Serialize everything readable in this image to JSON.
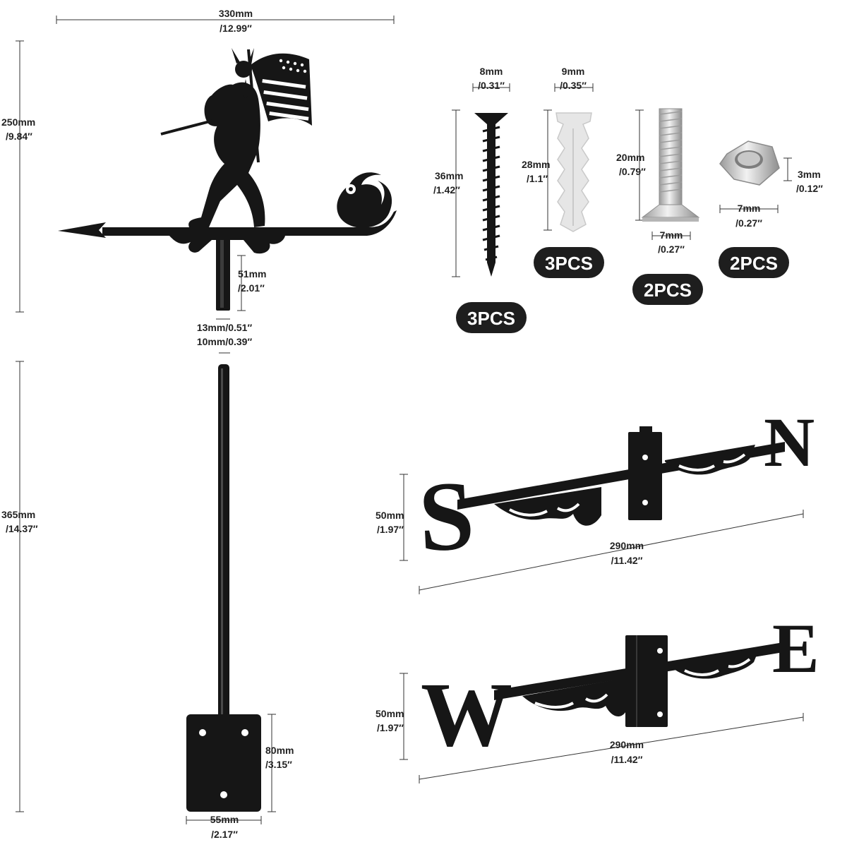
{
  "weathervane": {
    "width": "330mm",
    "width_in": "/12.99″",
    "height": "250mm",
    "height_in": "/9.84″",
    "stub_length": "51mm",
    "stub_length_in": "/2.01″",
    "tube_dims": "13mm/0.51″",
    "rod_dims": "10mm/0.39″"
  },
  "pole": {
    "length": "365mm",
    "length_in": "/14.37″",
    "plate_height": "80mm",
    "plate_height_in": "/3.15″",
    "plate_width": "55mm",
    "plate_width_in": "/2.17″"
  },
  "hardware": {
    "screw": {
      "width": "8mm",
      "width_in": "/0.31″",
      "length": "36mm",
      "length_in": "/1.42″",
      "qty": "3PCS"
    },
    "anchor": {
      "width": "9mm",
      "width_in": "/0.35″",
      "length": "28mm",
      "length_in": "/1.1″",
      "qty": "3PCS"
    },
    "bolt": {
      "length": "20mm",
      "length_in": "/0.79″",
      "width": "7mm",
      "width_in": "/0.27″",
      "qty": "2PCS"
    },
    "nut": {
      "thickness": "3mm",
      "thickness_in": "/0.12″",
      "width": "7mm",
      "width_in": "/0.27″",
      "qty": "2PCS"
    }
  },
  "directional_sn": {
    "left": "S",
    "right": "N",
    "height": "50mm",
    "height_in": "/1.97″",
    "width": "290mm",
    "width_in": "/11.42″"
  },
  "directional_we": {
    "left": "W",
    "right": "E",
    "height": "50mm",
    "height_in": "/1.97″",
    "width": "290mm",
    "width_in": "/11.42″"
  },
  "colors": {
    "metal": "#161616",
    "pill": "#1e1e1e",
    "dim_line": "#333333"
  }
}
